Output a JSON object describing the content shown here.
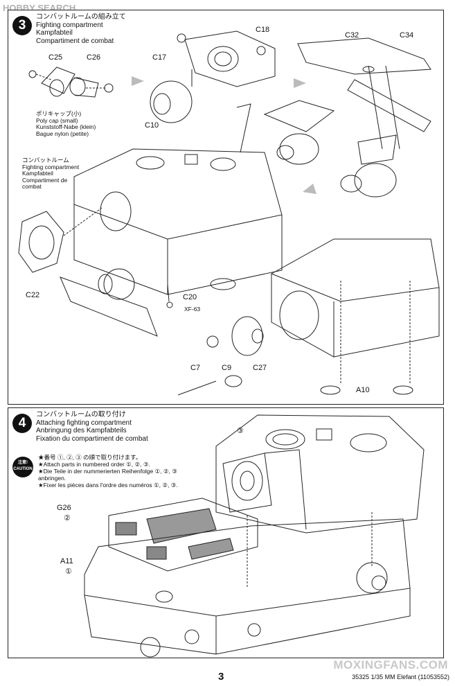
{
  "watermark": {
    "top": "HOBBY SEARCH",
    "bottom": "MOXINGFANS.COM"
  },
  "step3": {
    "number": "3",
    "title": [
      "コンバットルームの組み立て",
      "Fighting compartment",
      "Kampfabteil",
      "Compartiment de combat"
    ],
    "labels": {
      "c25": "C25",
      "c26": "C26",
      "c17": "C17",
      "c18": "C18",
      "c10": "C10",
      "c32": "C32",
      "c34": "C34",
      "c22": "C22",
      "c20": "C20",
      "xf63": "XF-63",
      "c7": "C7",
      "c9": "C9",
      "c27": "C27",
      "a10": "A10"
    },
    "polycap": [
      "ポリキャップ(小)",
      "Poly cap (small)",
      "Kunststoff-Nabe (klein)",
      "Bague nylon (petite)"
    ],
    "compartment": [
      "コンバットルーム",
      "Fighting compartment",
      "Kampfabteil",
      "Compartiment de",
      "combat"
    ]
  },
  "step4": {
    "number": "4",
    "title": [
      "コンバットルームの取り付け",
      "Attaching fighting compartment",
      "Anbringung des Kampfabteils",
      "Fixation du compartiment de combat"
    ],
    "caution": {
      "jp": "注意!",
      "en": "CAUTION"
    },
    "notes": [
      "★番号 ①, ②, ③ の順で取り付けます。",
      "★Attach parts in numbered order ①, ②, ③.",
      "★Die Teile in der nummerierten Reihenfolge ①, ②, ③",
      "anbringen.",
      "★Fixer les pièces dans l'ordre des numéros ①, ②, ③."
    ],
    "labels": {
      "g26": "G26",
      "g26_order": "②",
      "a11": "A11",
      "a11_order": "①",
      "top_order": "③"
    }
  },
  "footer": {
    "page": "3",
    "code": "35325  1/35 MM Elefant (11053552)"
  }
}
